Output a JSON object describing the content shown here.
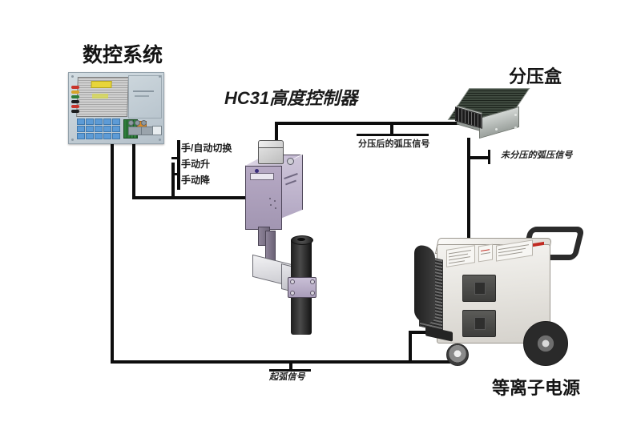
{
  "diagram": {
    "title_cnc": "数控系统",
    "title_hc31": "HC31高度控制器",
    "title_divider_box": "分压盒",
    "title_plasma": "等离子电源"
  },
  "controls": {
    "auto_switch": "手/自动切换",
    "manual_up": "手动升",
    "manual_down": "手动降"
  },
  "signals": {
    "divided_arc_voltage": "分压后的弧压信号",
    "undivided_arc_voltage": "未分压的弧压信号",
    "arc_start": "起弧信号"
  },
  "colors": {
    "wire": "#0d0d0d",
    "background": "#ffffff",
    "text": "#1a1a1a",
    "keypad_blue": "#5d9bd6",
    "terminal_green": "#2e7d3a",
    "terminal_orange": "#e08a20",
    "controller_body": "#a296b2",
    "plasma_body": "#e7e5e0"
  }
}
